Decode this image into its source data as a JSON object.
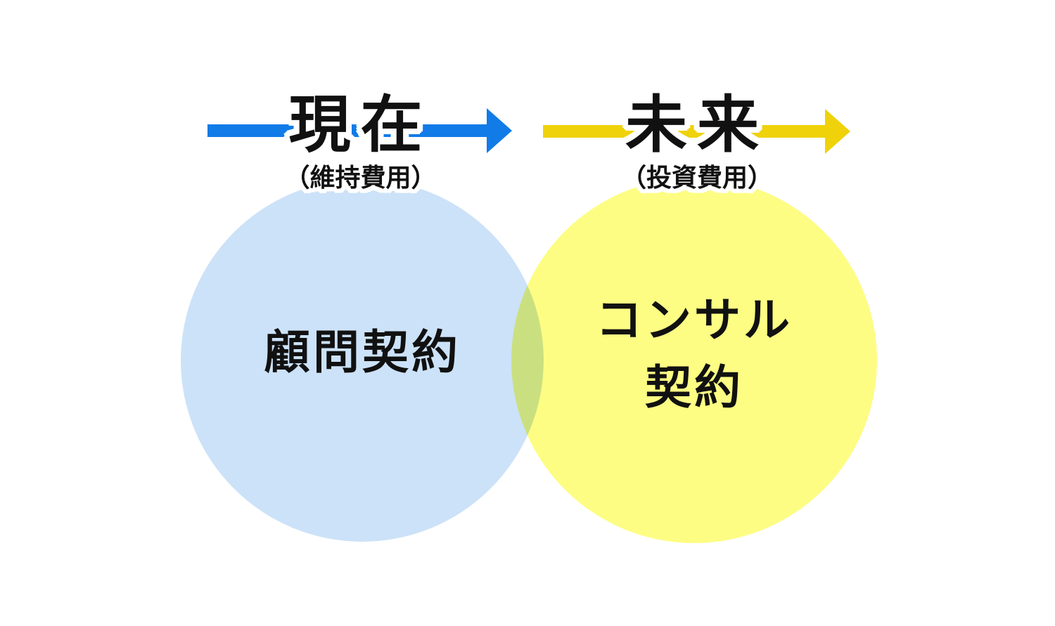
{
  "diagram": {
    "background": "#ffffff",
    "text_color": "#111111",
    "outline_color": "#ffffff",
    "timeline": {
      "present": {
        "title": "現在",
        "subtitle": "（維持費用）",
        "arrow_color": "#117BE8"
      },
      "future": {
        "title": "未来",
        "subtitle": "（投資費用）",
        "arrow_color": "#EFD20A"
      }
    },
    "venn": {
      "left_circle": {
        "label": "顧問契約",
        "fill": "#CCE2F8"
      },
      "right_circle": {
        "label_line1": "コンサル",
        "label_line2": "契約",
        "fill": "#FDFD84"
      },
      "overlap_fill": "#CAE080"
    }
  }
}
